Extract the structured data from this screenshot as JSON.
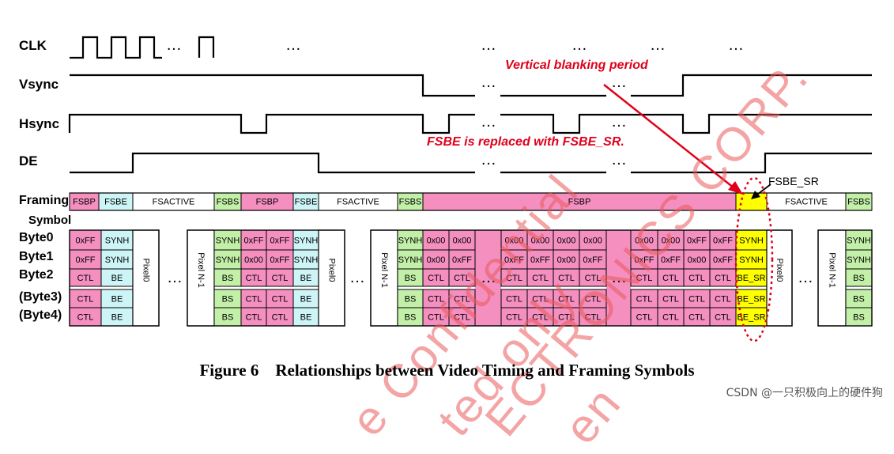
{
  "signals": {
    "clk": "CLK",
    "vsync": "Vsync",
    "hsync": "Hsync",
    "de": "DE",
    "framing": "Framing",
    "symbol": "Symbol"
  },
  "bytes": [
    "Byte0",
    "Byte1",
    "Byte2",
    "(Byte3)",
    "(Byte4)"
  ],
  "annotations": {
    "vertical_blanking": "Vertical blanking period",
    "fsbe_replaced": "FSBE is replaced with FSBE_SR.",
    "fsbe_sr": "FSBE_SR"
  },
  "ellipsis": "…",
  "framing_labels": {
    "fsbp": "FSBP",
    "fsbe": "FSBE",
    "fsactive": "FSACTIVE",
    "fsbs": "FSBS"
  },
  "cell_text": {
    "ff": "0xFF",
    "zero": "0x00",
    "synh": "SYNH",
    "ctl": "CTL",
    "be": "BE",
    "bs": "BS",
    "be_sr": "BE_SR"
  },
  "pixel_labels": {
    "pixel0": "Pixel0",
    "pixeln1": "Pixel N-1"
  },
  "caption": "Figure 6    Relationships between Video Timing and Framing Symbols",
  "credit": "CSDN @一只积极向上的硬件狗",
  "watermark": [
    "e Confidential",
    "ted only",
    "ECTRONICS CORP.",
    "en"
  ],
  "colors": {
    "pink": "#f48fc0",
    "cyan": "#cdf4f7",
    "green": "#c3f0a8",
    "yellow": "#ffff00",
    "annotation_red": "#e0001b"
  }
}
